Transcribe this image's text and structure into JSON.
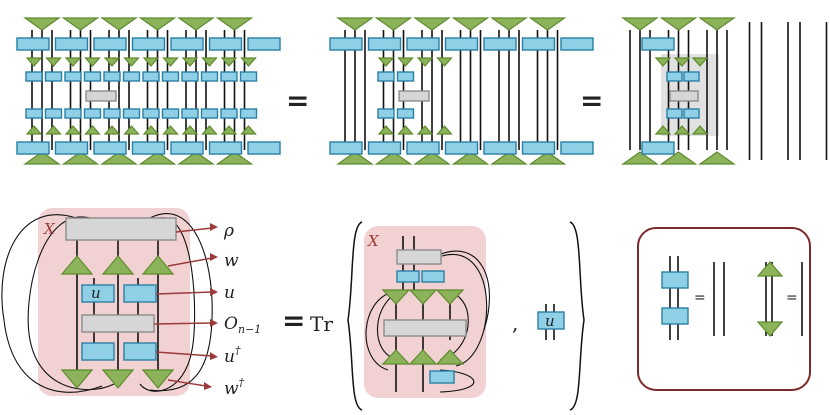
{
  "symbols": {
    "equals": "=",
    "x_label": "X",
    "trace": "Tr",
    "comma": ",",
    "u_box": "u",
    "small_equals": "="
  },
  "legend": {
    "rho": "ρ",
    "w": "w",
    "u": "u",
    "o_base": "O",
    "o_sub": "n−1",
    "u_dag": "u",
    "w_dag": "w",
    "dagger": "†"
  },
  "colors": {
    "isometry": "#8db35a",
    "disentangler": "#8fd0e6",
    "operator": "#d6d6d6",
    "highlight": "#f1d1d1",
    "arrow": "#9b3a3a",
    "frame": "#7a2a2a"
  }
}
